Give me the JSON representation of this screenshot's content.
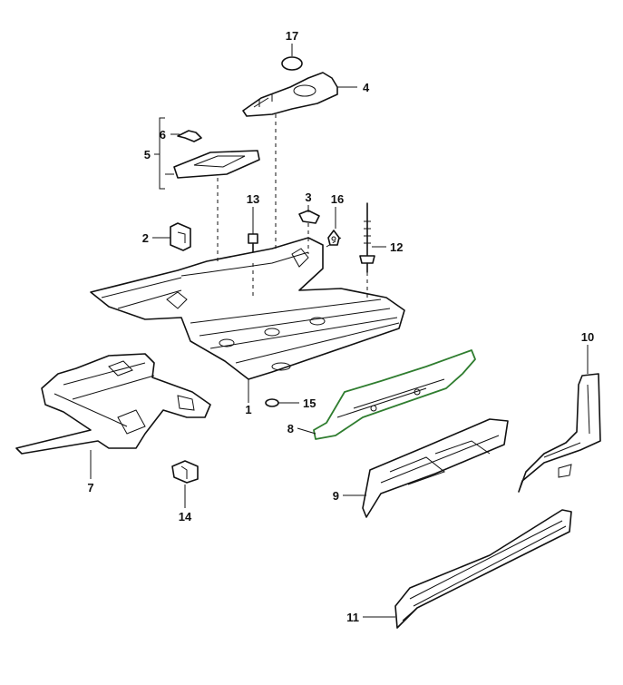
{
  "highlight_color": "#2f7d2f",
  "callouts": {
    "n1": "1",
    "n2": "2",
    "n3": "3",
    "n4": "4",
    "n5": "5",
    "n6": "6",
    "n7": "7",
    "n8": "8",
    "n9": "9",
    "n10": "10",
    "n11": "11",
    "n12": "12",
    "n13": "13",
    "n14": "14",
    "n15": "15",
    "n16": "16",
    "n17": "17"
  }
}
